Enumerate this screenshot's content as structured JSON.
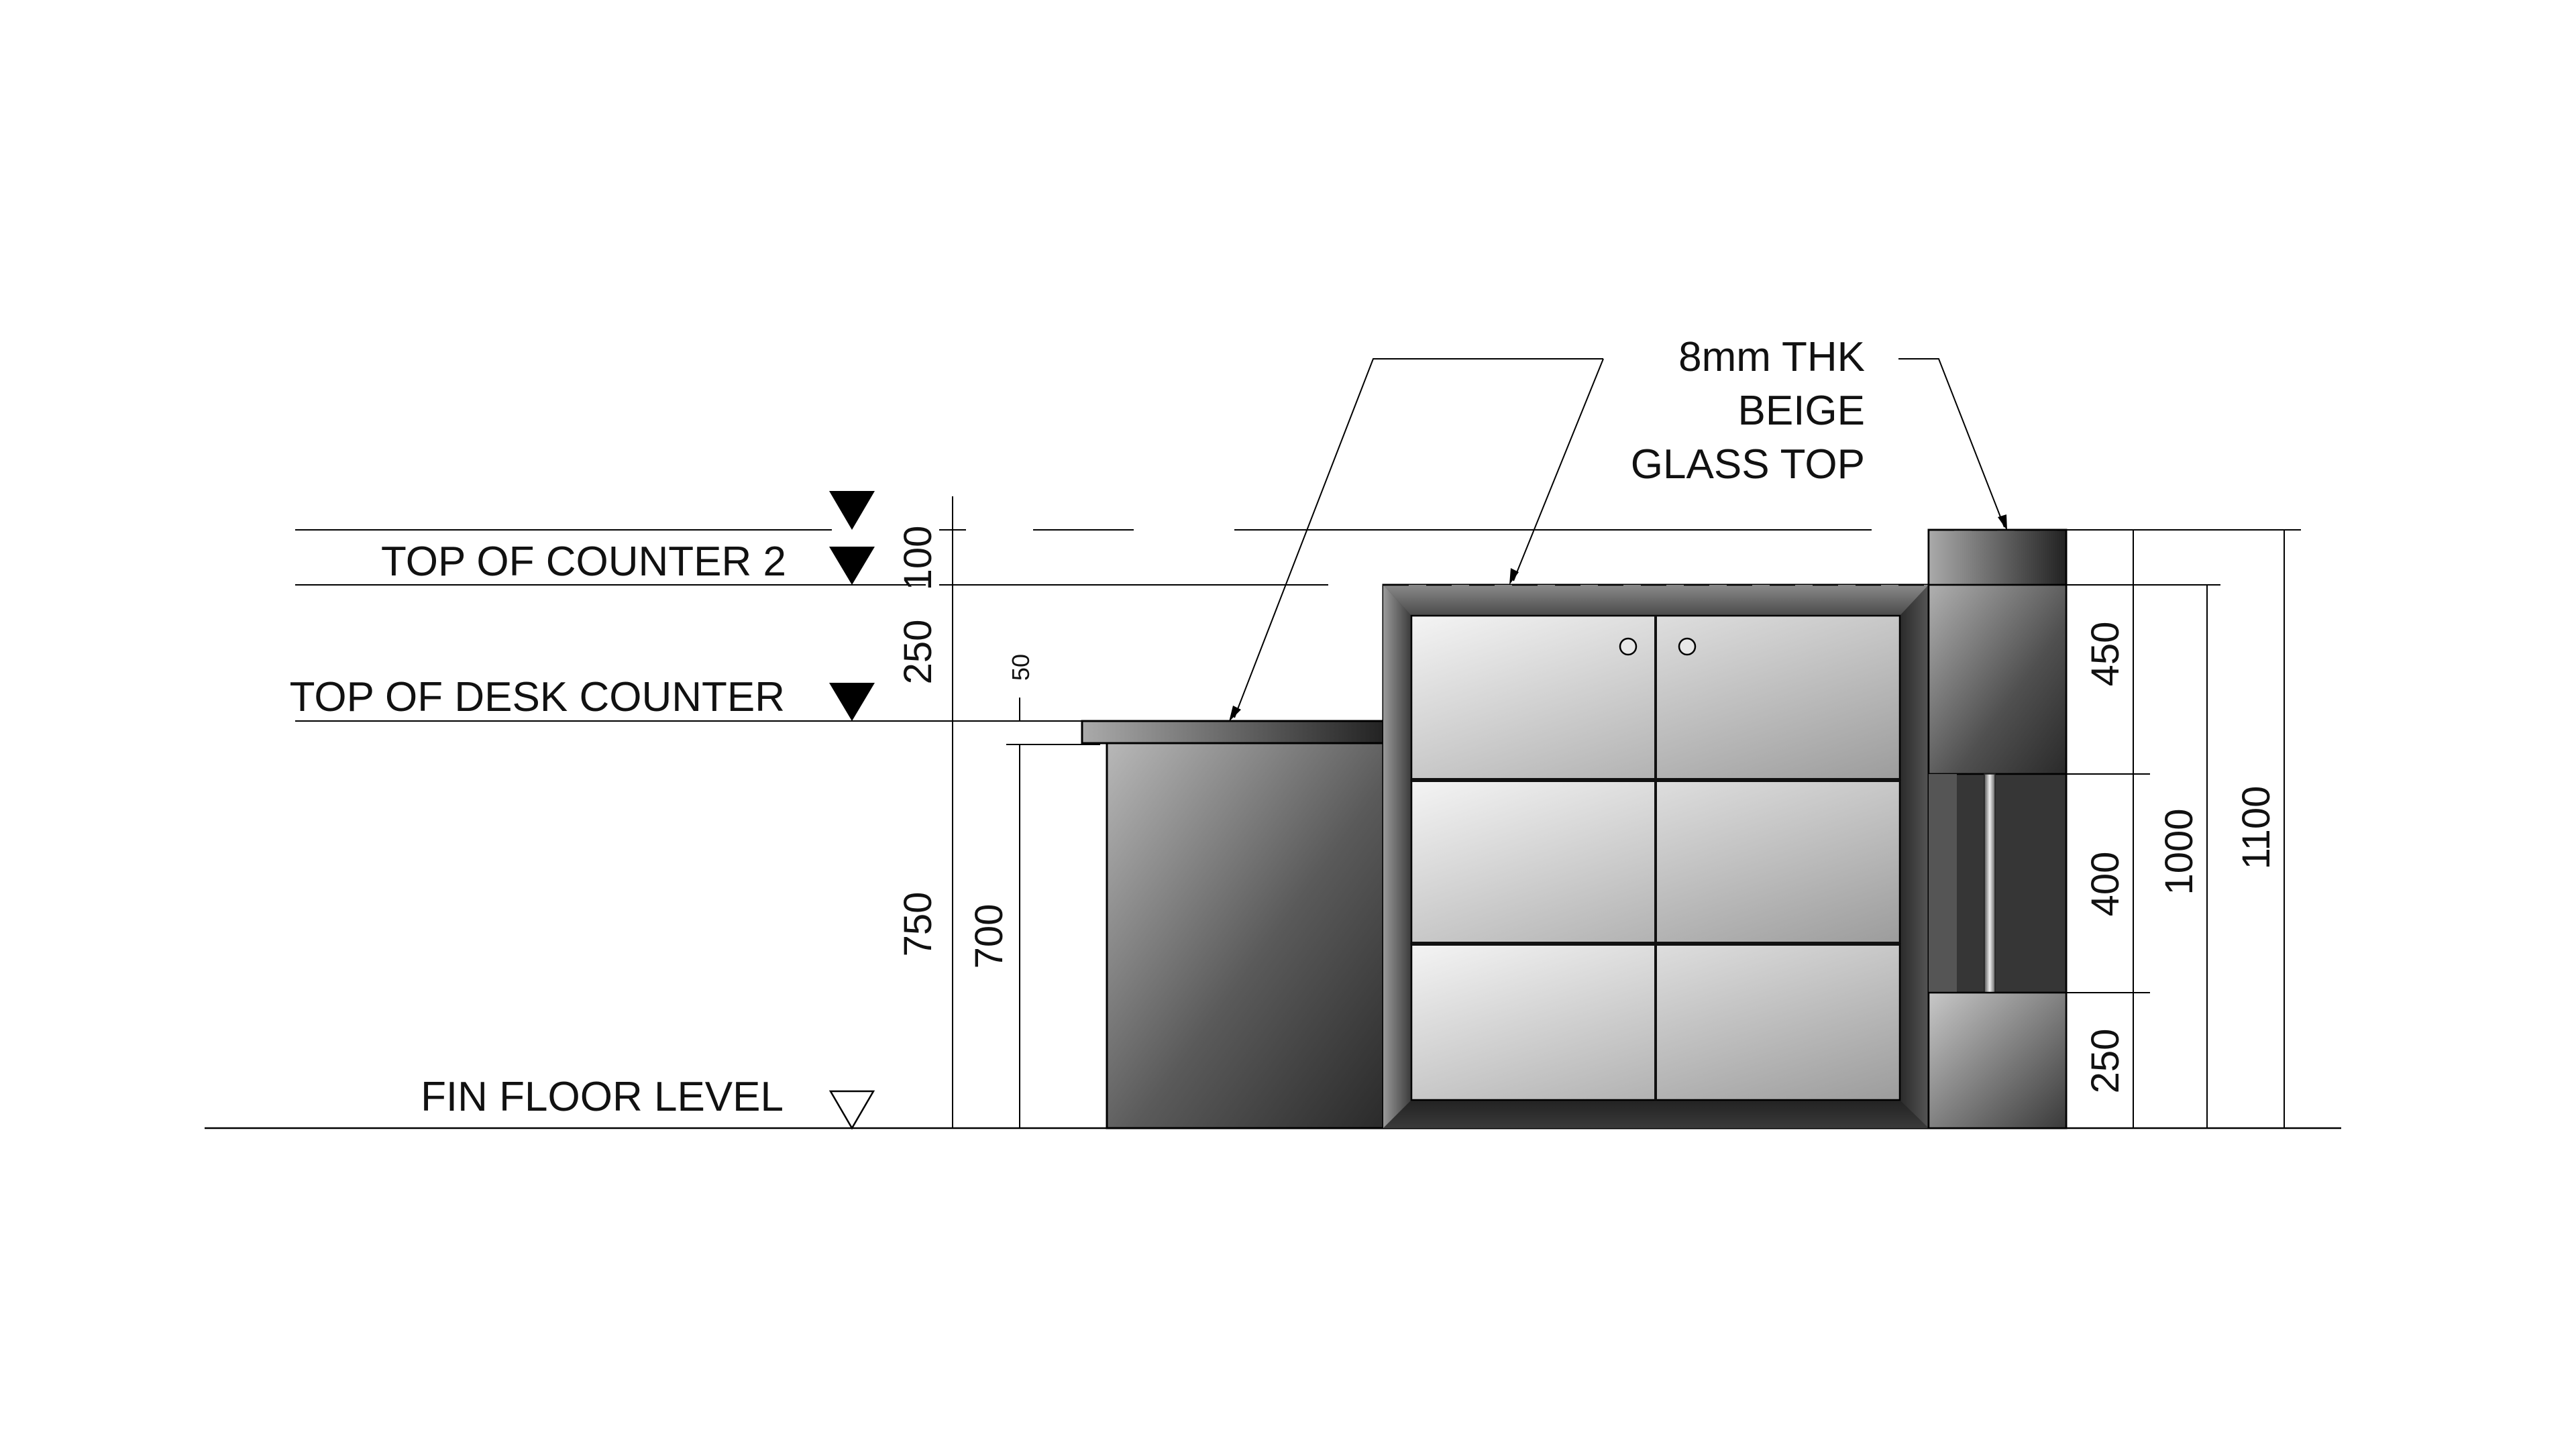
{
  "levels": {
    "top_of_counter_2": "TOP OF COUNTER 2",
    "top_of_desk_counter": "TOP OF DESK COUNTER",
    "fin_floor_level": "FIN FLOOR LEVEL"
  },
  "note": {
    "line1": "8mm THK",
    "line2": "BEIGE",
    "line3": "GLASS TOP"
  },
  "dimensions": {
    "left": {
      "d100": "100",
      "d250": "250",
      "d750": "750",
      "d700": "700",
      "d50": "50"
    },
    "right": {
      "d450": "450",
      "d400": "400",
      "d250": "250",
      "d1000": "1000",
      "d1100": "1100"
    }
  },
  "colors": {
    "cabinet_panel_light": "#f2f2f2",
    "cabinet_panel_mid": "#a0a0a0",
    "frame_dark": "#333333",
    "line": "#000000"
  }
}
